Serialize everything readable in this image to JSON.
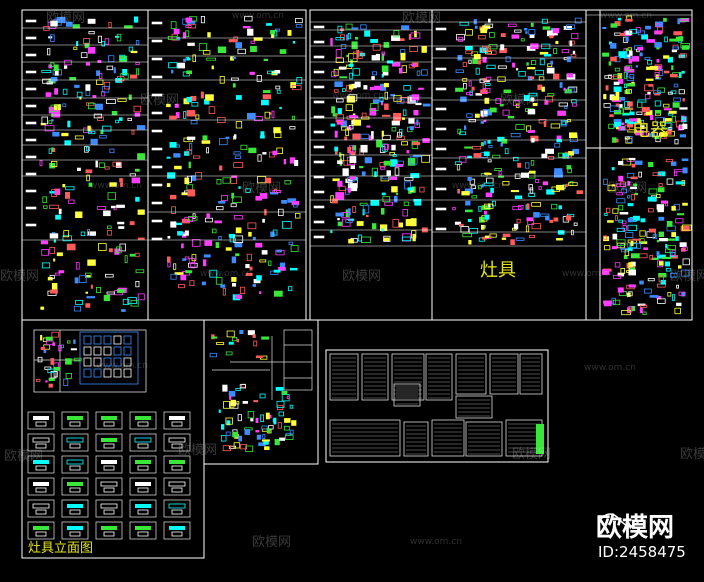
{
  "labels": {
    "stove": "灶具",
    "appliances": "电器",
    "stove_elevation": "灶具立面图"
  },
  "watermark": {
    "brand_cn": "欧模网",
    "site": "www.om.cn",
    "id_text": "ID:2458475"
  },
  "colors": {
    "background": "#000000",
    "frame": "#ffffff",
    "label": "#e6e61e",
    "symbol_palette": [
      "#39e639",
      "#ffffff",
      "#00ffff",
      "#ff3cff",
      "#ffff3c",
      "#3c8cff",
      "#ff5a5a"
    ]
  },
  "icons": [
    "watermark-logo-icon"
  ]
}
